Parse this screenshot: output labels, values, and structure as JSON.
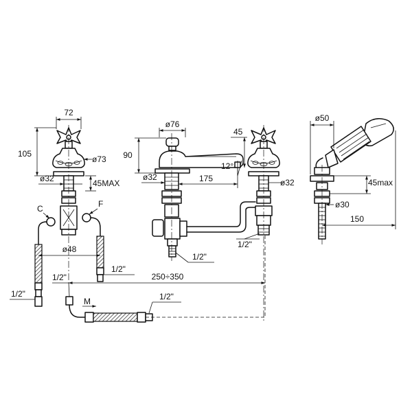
{
  "dimensions": {
    "width_72": "72",
    "height_105": "105",
    "dia_73": "ø73",
    "dia_32_left": "ø32",
    "max_45_left": "45MAX",
    "label_c": "C",
    "label_f": "F",
    "dia_48": "ø48",
    "half_inch_a": "1/2\"",
    "half_inch_b": "1/2\"",
    "half_inch_c": "1/2\"",
    "dia_76": "ø76",
    "height_90": "90",
    "dim_45": "45",
    "angle_12": "12°",
    "dia_32_mid": "ø32",
    "dim_175": "175",
    "dia_32_right": "ø32",
    "half_inch_d": "1/2\"",
    "half_inch_e": "1/2\"",
    "range_250_350": "250÷350",
    "label_m": "M",
    "half_inch_f": "1/2\"",
    "dia_50": "ø50",
    "max_45_right": "45max",
    "dia_30": "ø30",
    "dim_150": "150"
  }
}
